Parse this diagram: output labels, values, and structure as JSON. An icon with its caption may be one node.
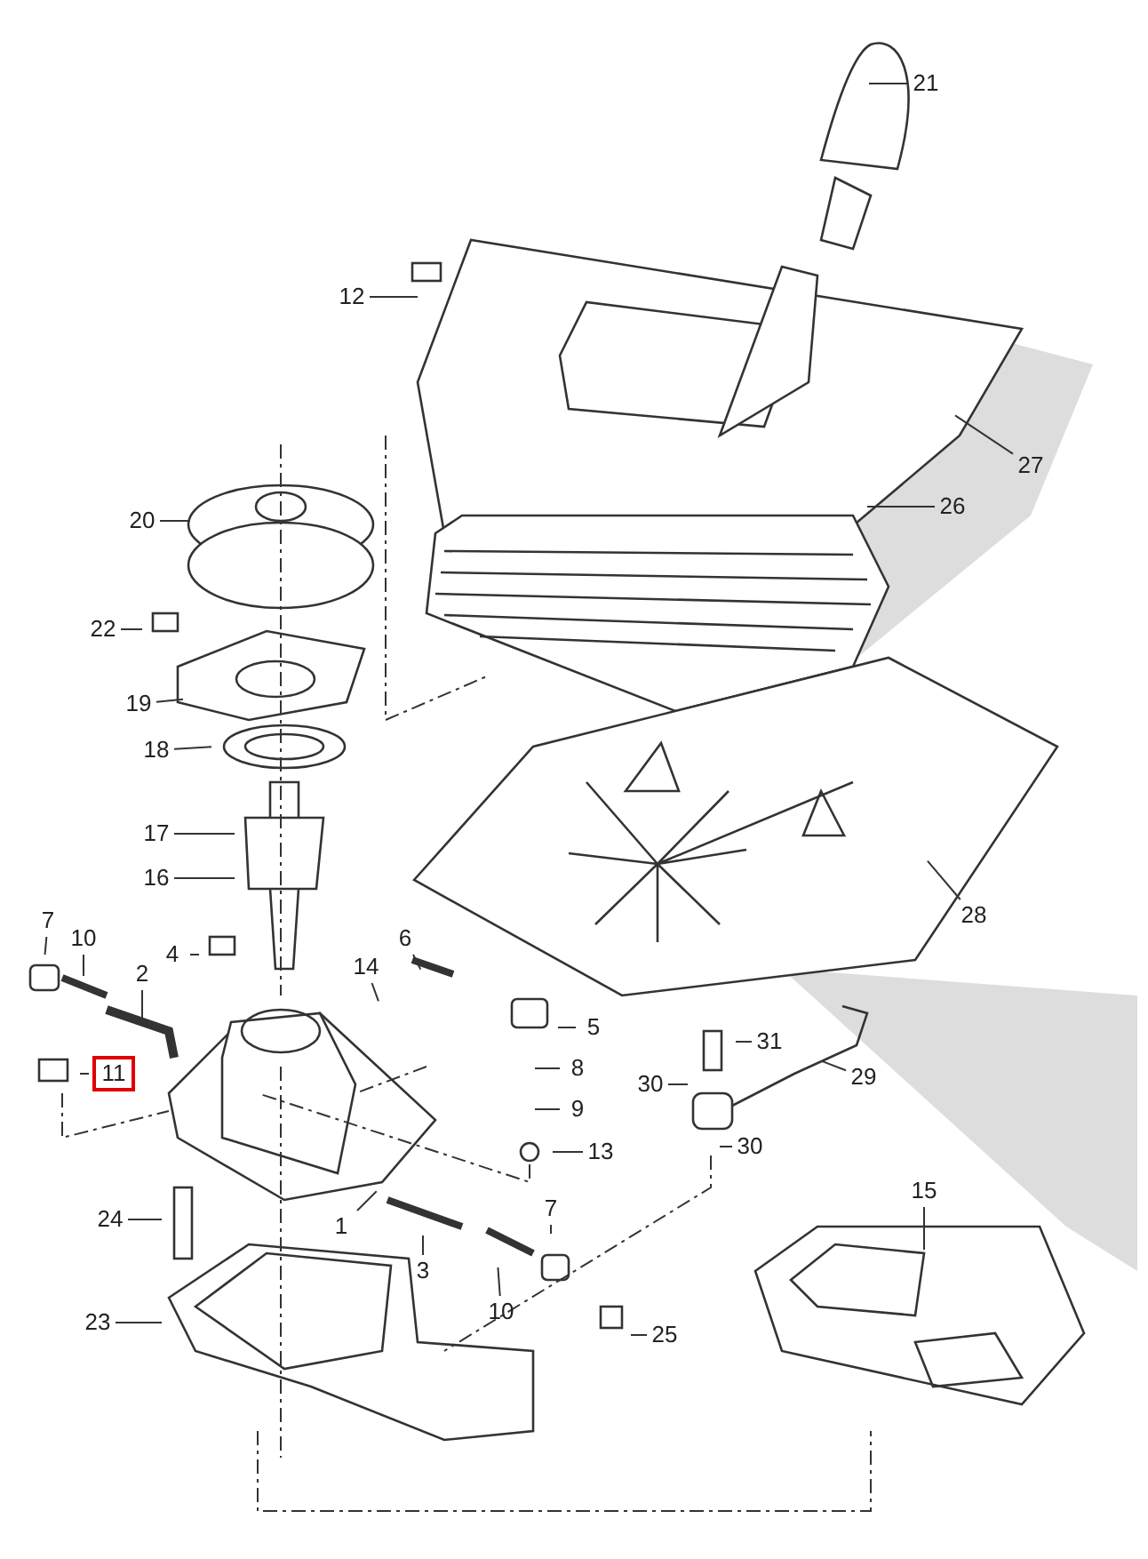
{
  "diagram": {
    "nodes": [
      {
        "text": [
          "21"
        ]
      },
      {
        "text": [
          "12"
        ]
      },
      {
        "text": [
          "27"
        ]
      },
      {
        "text": [
          "26"
        ]
      },
      {
        "text": [
          "20"
        ]
      },
      {
        "text": [
          "22"
        ]
      },
      {
        "text": [
          "19"
        ]
      },
      {
        "text": [
          "18"
        ]
      },
      {
        "text": [
          "17"
        ]
      },
      {
        "text": [
          "16"
        ]
      },
      {
        "text": [
          "28"
        ]
      },
      {
        "text": [
          "7"
        ]
      },
      {
        "text": [
          "10"
        ]
      },
      {
        "text": [
          "2"
        ]
      },
      {
        "text": [
          "4"
        ]
      },
      {
        "text": [
          "14"
        ]
      },
      {
        "text": [
          "6"
        ]
      },
      {
        "text": [
          "5"
        ]
      },
      {
        "text": [
          "31"
        ]
      },
      {
        "text": [
          "8"
        ]
      },
      {
        "text": [
          "30"
        ]
      },
      {
        "text": [
          "29"
        ]
      },
      {
        "text": [
          "11"
        ]
      },
      {
        "text": [
          "9"
        ]
      },
      {
        "text": [
          "13"
        ]
      },
      {
        "text": [
          "30"
        ]
      },
      {
        "text": [
          "15"
        ]
      },
      {
        "text": [
          "24"
        ]
      },
      {
        "text": [
          "1"
        ]
      },
      {
        "text": [
          "7"
        ]
      },
      {
        "text": [
          "3"
        ]
      },
      {
        "text": [
          "10"
        ]
      },
      {
        "text": [
          "23"
        ]
      },
      {
        "text": [
          "25"
        ]
      }
    ],
    "edges": [
      {
        "from": 0,
        "to": null,
        "arrow": "none"
      },
      {
        "from": 1,
        "to": null,
        "arrow": "none"
      },
      {
        "from": 2,
        "to": null,
        "arrow": "none"
      },
      {
        "from": 3,
        "to": null,
        "arrow": "none"
      },
      {
        "from": 4,
        "to": null,
        "arrow": "none"
      },
      {
        "from": 5,
        "to": null,
        "arrow": "none"
      },
      {
        "from": 6,
        "to": null,
        "arrow": "none"
      },
      {
        "from": 7,
        "to": null,
        "arrow": "none"
      },
      {
        "from": 8,
        "to": null,
        "arrow": "none"
      },
      {
        "from": 9,
        "to": null,
        "arrow": "none"
      },
      {
        "from": 10,
        "to": null,
        "arrow": "none"
      },
      {
        "from": 11,
        "to": null,
        "arrow": "none"
      },
      {
        "from": 12,
        "to": null,
        "arrow": "none"
      },
      {
        "from": 13,
        "to": null,
        "arrow": "none"
      },
      {
        "from": 14,
        "to": null,
        "arrow": "none"
      },
      {
        "from": 15,
        "to": null,
        "arrow": "none"
      },
      {
        "from": 16,
        "to": null,
        "arrow": "none"
      },
      {
        "from": 17,
        "to": null,
        "arrow": "none"
      },
      {
        "from": 18,
        "to": null,
        "arrow": "none"
      },
      {
        "from": 19,
        "to": null,
        "arrow": "none"
      },
      {
        "from": 20,
        "to": null,
        "arrow": "none"
      },
      {
        "from": 21,
        "to": null,
        "arrow": "none"
      },
      {
        "from": 22,
        "to": null,
        "arrow": "none"
      },
      {
        "from": 23,
        "to": null,
        "arrow": "none"
      },
      {
        "from": 24,
        "to": null,
        "arrow": "none"
      },
      {
        "from": 25,
        "to": null,
        "arrow": "none"
      },
      {
        "from": 26,
        "to": null,
        "arrow": "none"
      },
      {
        "from": 27,
        "to": null,
        "arrow": "none"
      },
      {
        "from": 28,
        "to": null,
        "arrow": "none"
      },
      {
        "from": 29,
        "to": null,
        "arrow": "none"
      },
      {
        "from": 30,
        "to": null,
        "arrow": "none"
      },
      {
        "from": 31,
        "to": null,
        "arrow": "none"
      },
      {
        "from": 32,
        "to": null,
        "arrow": "none"
      },
      {
        "from": 33,
        "to": null,
        "arrow": "none"
      }
    ]
  }
}
